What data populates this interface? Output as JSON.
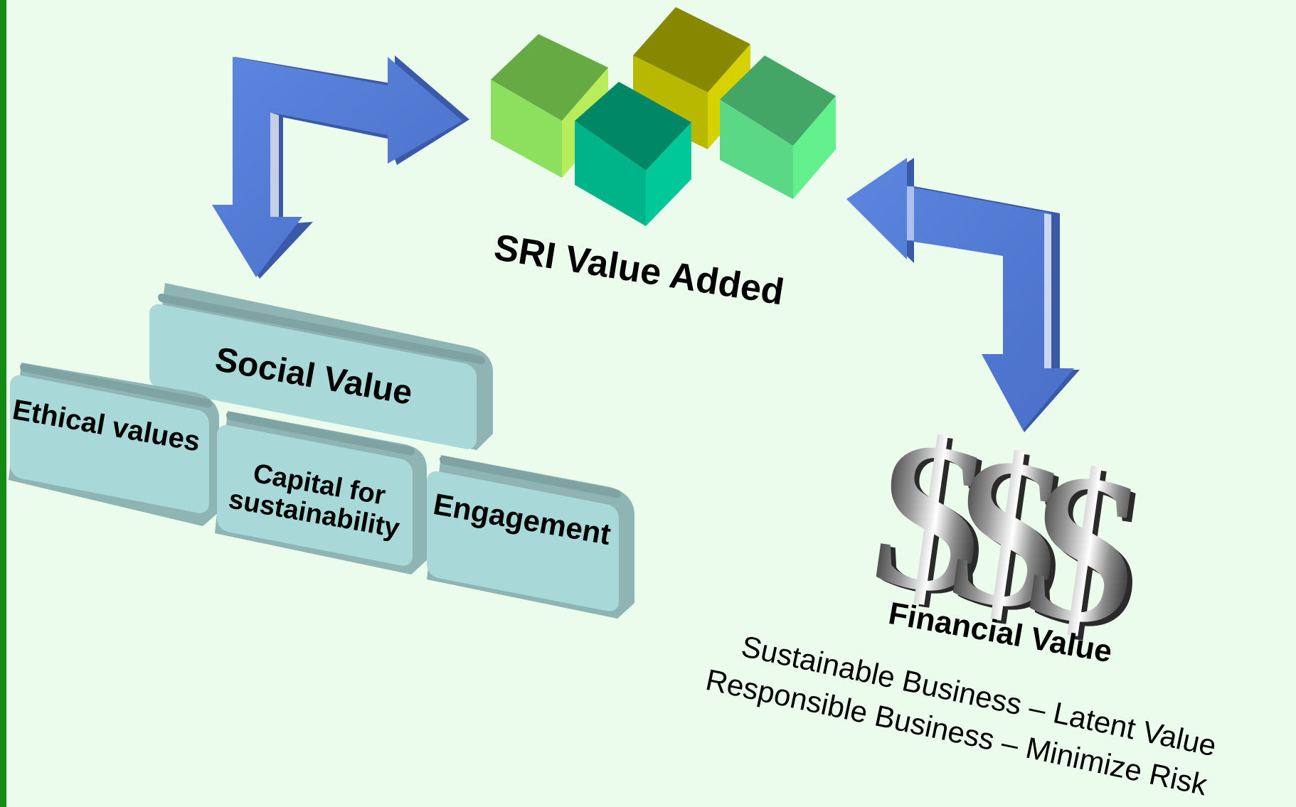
{
  "diagram": {
    "center_title": "SRI Value Added",
    "social": {
      "title": "Social Value",
      "items": [
        "Ethical values",
        "Capital for sustainability",
        "Engagement"
      ]
    },
    "financial": {
      "title": "Financial Value",
      "line1": "Sustainable Business – Latent Value",
      "line2": "Responsible Business – Minimize Risk",
      "symbol": "$"
    }
  },
  "colors": {
    "arrow": "#5078d2",
    "box_face": "#aad8d8",
    "box_side": "#7aa3a3",
    "background": "#ecfcec",
    "left_bar": "#138a13"
  }
}
